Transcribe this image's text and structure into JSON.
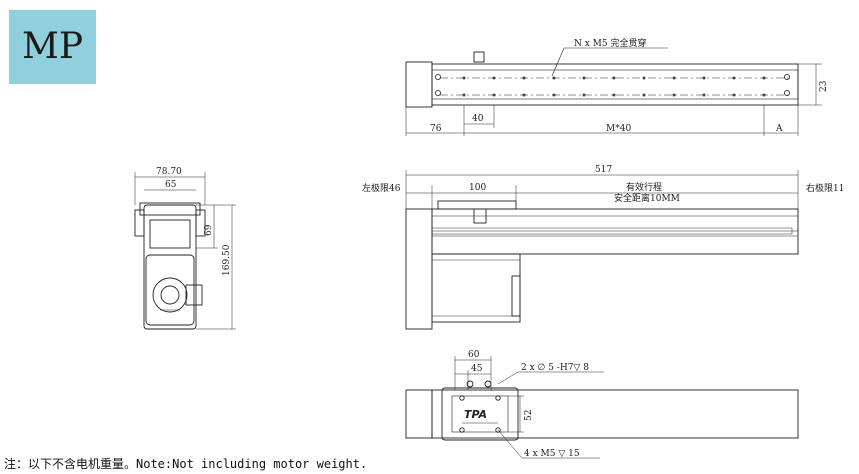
{
  "badge": {
    "label": "MP",
    "color": "#8fd0dc"
  },
  "top_view": {
    "hole_note": "N x  M5 完全贯穿",
    "dim_width_23": "23",
    "dim_76": "76",
    "dim_40": "40",
    "dim_pitch": "M*40",
    "dim_A": "A"
  },
  "end_view": {
    "dim_78_70": "78.70",
    "dim_65": "65",
    "dim_69": "69",
    "dim_169_50": "169.50"
  },
  "side_view": {
    "dim_total": "517",
    "left_limit": "左极限46",
    "dim_100": "100",
    "stroke_label": "有效行程",
    "safety_label": "安全距离10MM",
    "right_limit": "右极限11"
  },
  "bottom_view": {
    "dim_60": "60",
    "dim_45": "45",
    "pin_note": "2 x ∅ 5 -H7▽ 8",
    "dim_52": "52",
    "screw_note": "4 x  M5  ▽ 15",
    "logo_text": "TPA"
  },
  "footer_note": "注：以下不含电机重量。Note:Not including motor weight."
}
